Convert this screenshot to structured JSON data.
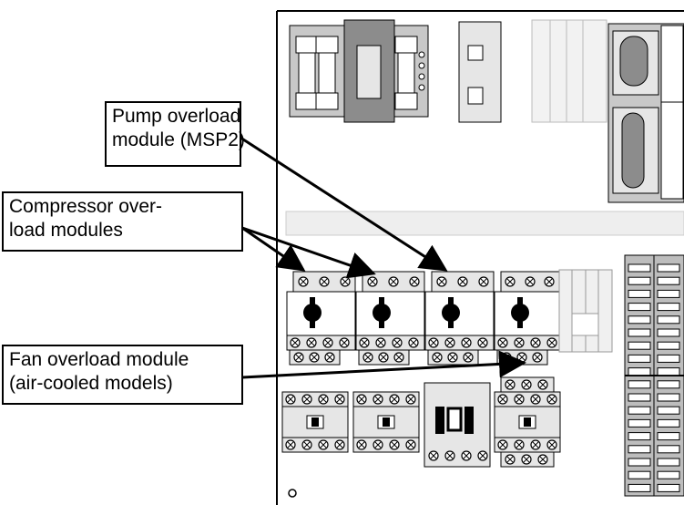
{
  "colors": {
    "panel_background": "#ffffff",
    "component_light": "#e6e6e6",
    "component_mid": "#c8c8c8",
    "component_dark": "#8c8c8c",
    "outline": "#000000"
  },
  "callouts": {
    "pump": {
      "line1": "Pump overload",
      "line2": "module (MSP2)"
    },
    "compressor": {
      "line1": "Compressor over-",
      "line2": "load modules"
    },
    "fan": {
      "line1": "Fan overload module",
      "line2": "(air-cooled models)"
    }
  },
  "components": {
    "fuse_block": "fuse-block",
    "relay_small": "small-relay",
    "terminal_strip_top": "terminal-strip",
    "controller": "control-module",
    "din_rail": "din-rail",
    "overload_modules": 4,
    "contactors": 4,
    "terminal_blocks": "terminal-blocks"
  }
}
